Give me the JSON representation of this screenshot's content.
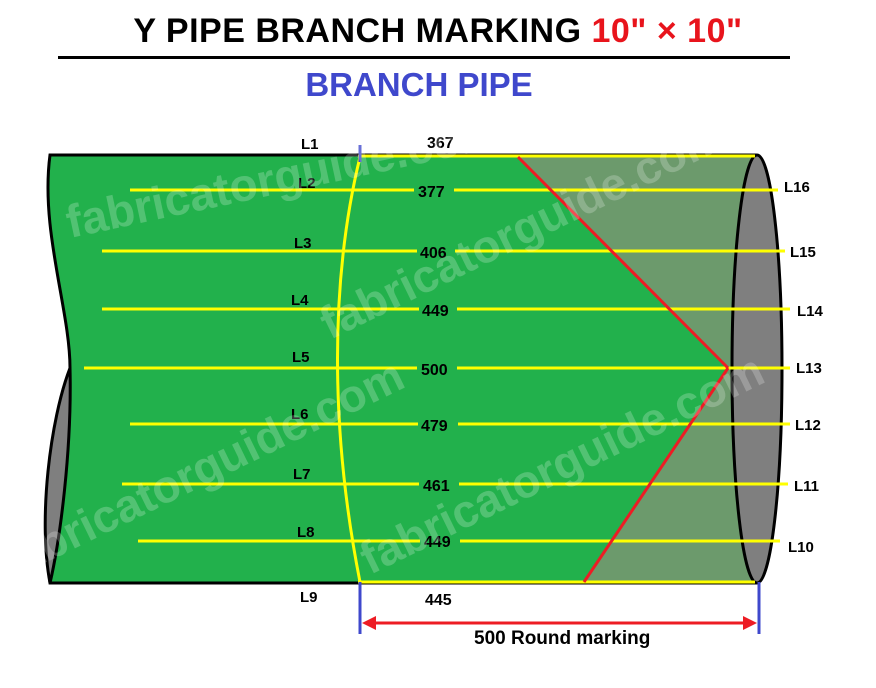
{
  "title": {
    "main": "Y PIPE BRANCH MARKING",
    "size": "10\" × 10\""
  },
  "subtitle": "BRANCH PIPE",
  "watermark": "fabricatorguide.com",
  "left_labels": [
    "L1",
    "L2",
    "L3",
    "L4",
    "L5",
    "L6",
    "L7",
    "L8",
    "L9"
  ],
  "right_labels": [
    "L16",
    "L15",
    "L14",
    "L13",
    "L12",
    "L11",
    "L10"
  ],
  "measurements": [
    "367",
    "377",
    "406",
    "449",
    "500",
    "479",
    "461",
    "449",
    "445"
  ],
  "dimension": {
    "label": "500 Round marking"
  },
  "colors": {
    "pipe_body": "#22b14c",
    "pipe_end": "#7f7f7f",
    "cut_region": "#6c9a6c",
    "marking_line": "#ffff00",
    "cut_line": "#ed1c24",
    "reference_line": "#3f48cc",
    "dimension_arrow": "#ed1c24",
    "title_accent": "#e8141c",
    "subtitle": "#3f48cc"
  }
}
